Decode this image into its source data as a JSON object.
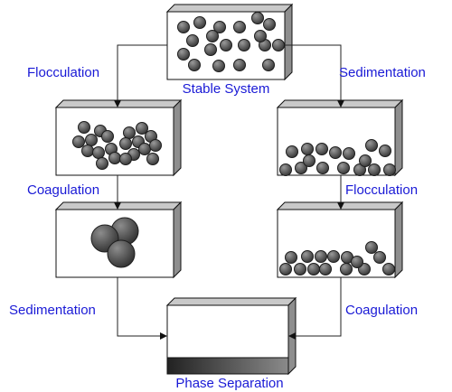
{
  "captions": {
    "stable": "Stable System",
    "phase": "Phase Separation"
  },
  "labels": {
    "left_top": "Flocculation",
    "right_top": "Sedimentation",
    "left_mid": "Coagulation",
    "right_mid": "Flocculation",
    "left_bottom": "Sedimentation",
    "right_bottom": "Coagulation"
  },
  "colors": {
    "label": "#1a1ad6",
    "particle_dark": "#3a3a3a",
    "particle_light": "#8a8a8a",
    "box_top": "#c9c9c9",
    "box_side": "#8e8e8e",
    "sediment_dark": "#222222",
    "sediment_light": "#8a8a8a"
  }
}
